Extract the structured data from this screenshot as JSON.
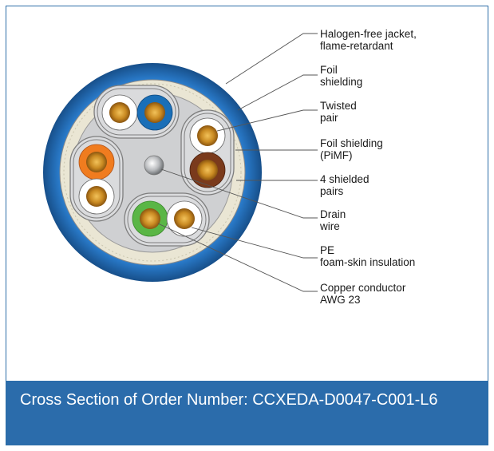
{
  "labels": [
    {
      "line1": "Halogen-free jacket,",
      "line2": "flame-retardant"
    },
    {
      "line1": "Foil",
      "line2": "shielding"
    },
    {
      "line1": "Twisted",
      "line2": "pair"
    },
    {
      "line1": "Foil shielding",
      "line2": "(PiMF)"
    },
    {
      "line1": "4 shielded",
      "line2": "pairs"
    },
    {
      "line1": "Drain",
      "line2": "wire"
    },
    {
      "line1": "PE",
      "line2": "foam-skin insulation"
    },
    {
      "line1": "Copper conductor",
      "line2": "AWG 23"
    }
  ],
  "caption": "Cross Section of Order Number: CCXEDA-D0047-C001-L6",
  "colors": {
    "jacket": "#1f6fb5",
    "frame": "#2d6ea8",
    "caption_bg": "#2b6cab",
    "filler": "#eae6d4",
    "core": "#cfd0d2",
    "copper": "#c98a22",
    "pair_orange": "#f07c1f",
    "pair_green": "#5ab646",
    "pair_brown": "#7a3a1c",
    "pair_blue": "#1a6fb8",
    "white": "#ffffff"
  }
}
